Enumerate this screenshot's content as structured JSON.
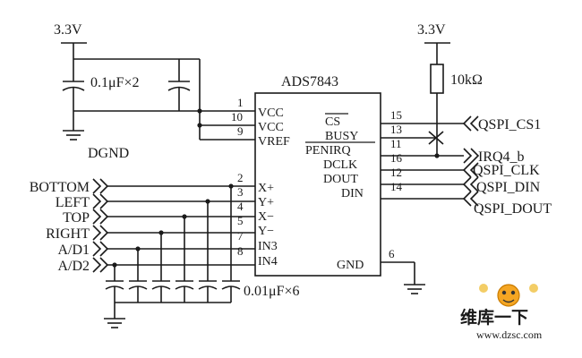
{
  "chip": {
    "name": "ADS7843",
    "left_pins": [
      {
        "num": "1",
        "label": "VCC"
      },
      {
        "num": "10",
        "label": "VCC"
      },
      {
        "num": "9",
        "label": "VREF"
      },
      {
        "num": "2",
        "label": "X+"
      },
      {
        "num": "3",
        "label": "Y+"
      },
      {
        "num": "4",
        "label": "X−"
      },
      {
        "num": "5",
        "label": "Y−"
      },
      {
        "num": "7",
        "label": "IN3"
      },
      {
        "num": "8",
        "label": "IN4"
      }
    ],
    "right_pins": [
      {
        "num": "15",
        "label": "CS"
      },
      {
        "num": "13",
        "label": "BUSY"
      },
      {
        "num": "11",
        "label": "PENIRQ"
      },
      {
        "num": "16",
        "label": "DCLK"
      },
      {
        "num": "12",
        "label": "DOUT"
      },
      {
        "num": "14",
        "label": "DIN"
      },
      {
        "num": "6",
        "label": "GND"
      }
    ]
  },
  "power": {
    "left_supply": "3.3V",
    "right_supply": "3.3V",
    "ground": "DGND"
  },
  "components": {
    "decoupling": "0.1μF×2",
    "pullup": "10kΩ",
    "filter_caps": "0.01μF×6"
  },
  "inputs": [
    "BOTTOM",
    "LEFT",
    "TOP",
    "RIGHT",
    "A/D1",
    "A/D2"
  ],
  "outputs": [
    "QSPI_CS1",
    "IRQ4_b",
    "QSPI_CLK",
    "QSPI_DIN",
    "QSPI_DOUT"
  ],
  "watermark": {
    "text": "维库一下",
    "url": "www.dzsc.com"
  }
}
